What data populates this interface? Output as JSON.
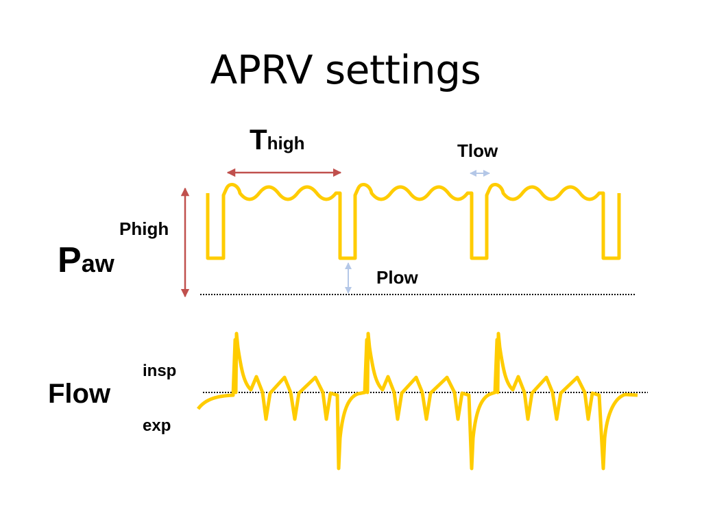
{
  "title": "APRV settings",
  "labels": {
    "thigh_main": "T",
    "thigh_sub": "high",
    "tlow": "Tlow",
    "phigh": "Phigh",
    "paw_main": "P",
    "paw_sub": "aw",
    "plow": "Plow",
    "flow": "Flow",
    "insp": "insp",
    "exp": "exp"
  },
  "colors": {
    "waveform": "#FFCC00",
    "arrow_high": "#C0504D",
    "arrow_low": "#B4C7E7",
    "baseline": "#000000"
  },
  "diagram": {
    "cycles": 3,
    "oscillations_per_high_phase": 4
  }
}
